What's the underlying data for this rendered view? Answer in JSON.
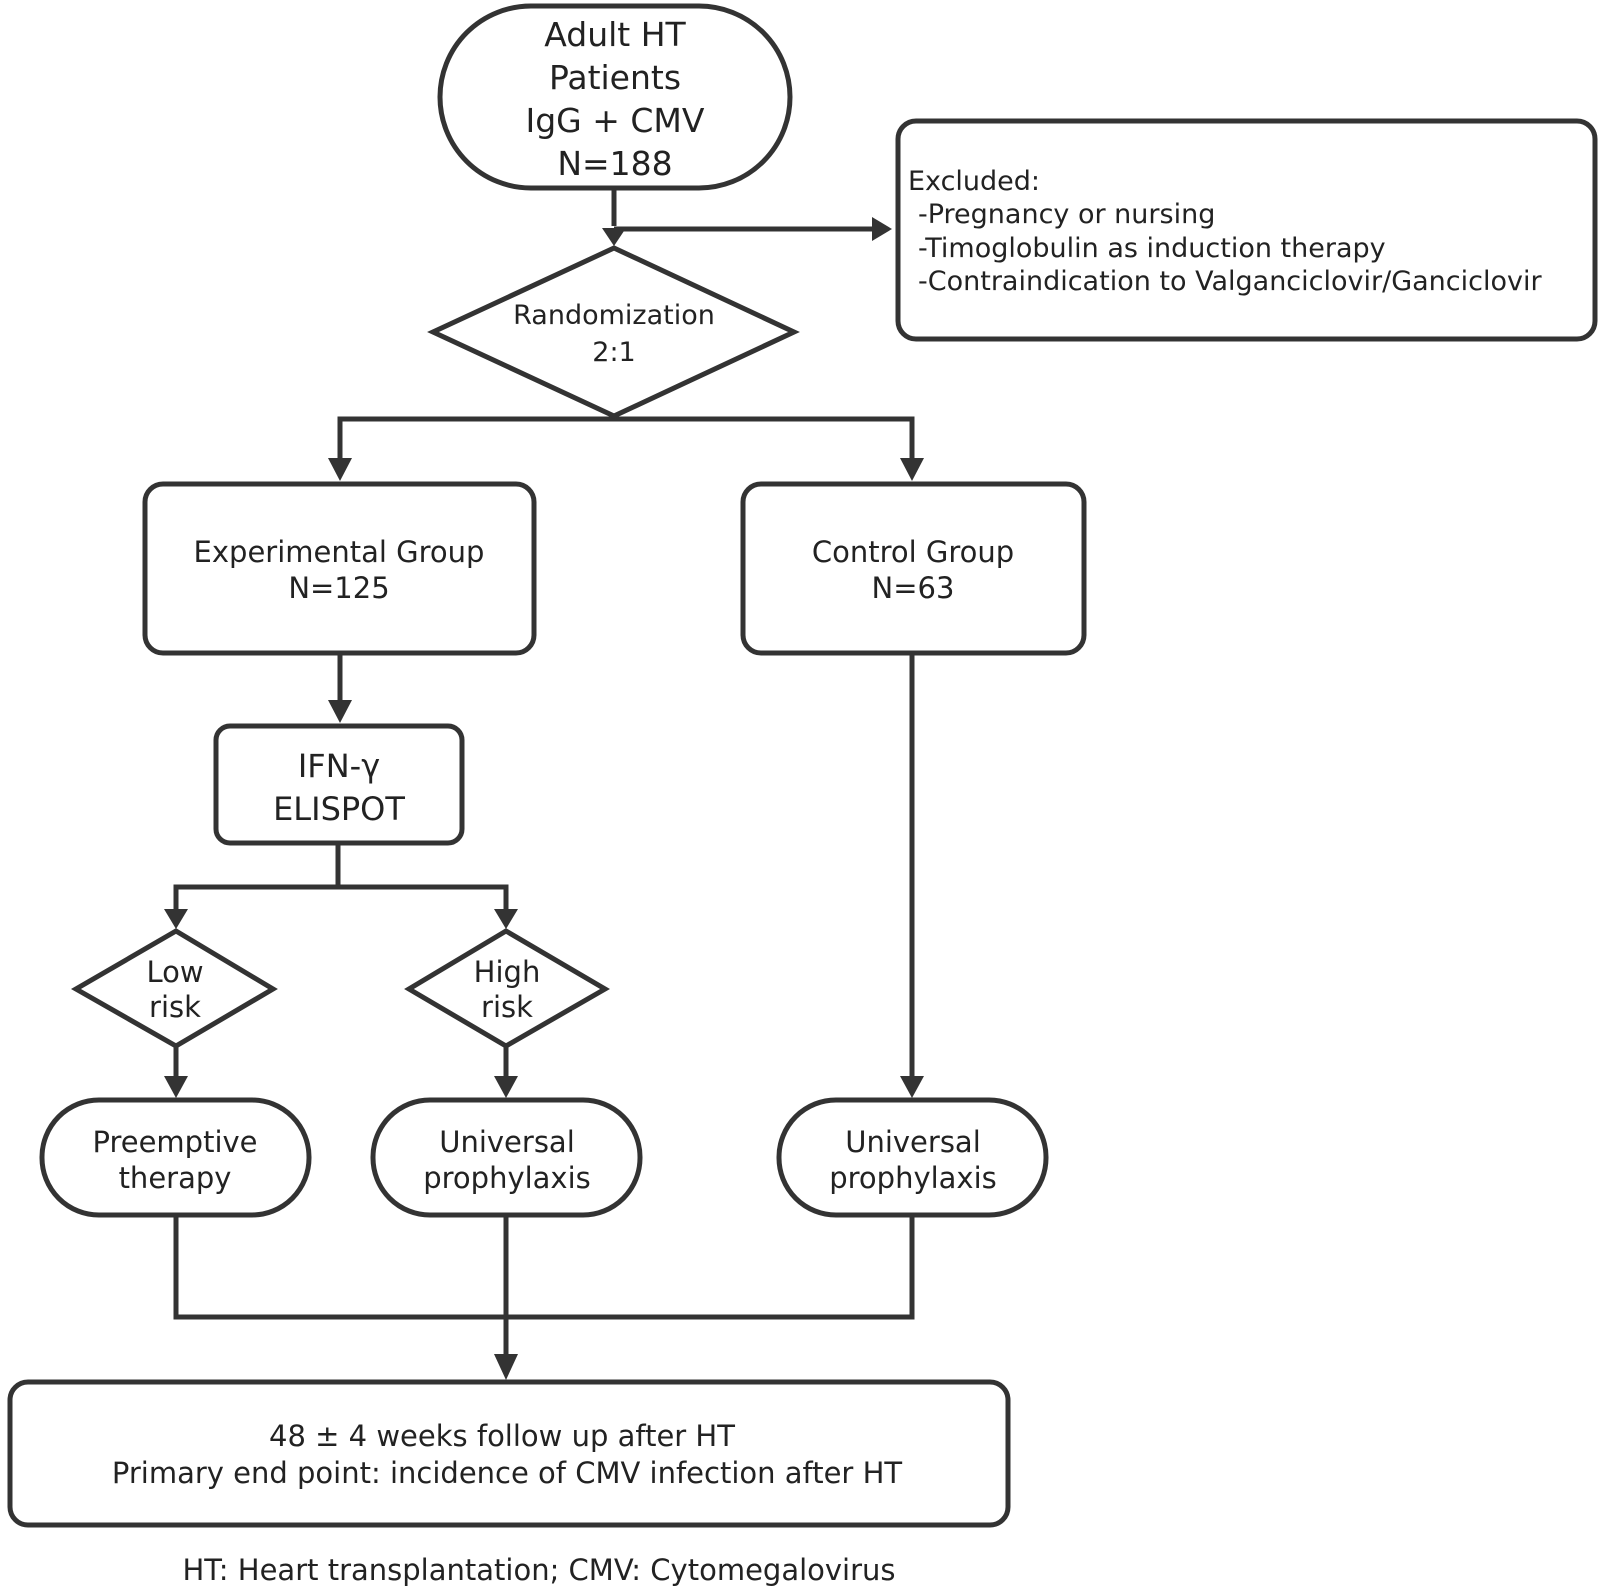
{
  "start": {
    "lines": [
      "Adult HT",
      "Patients",
      "IgG + CMV",
      "N=188"
    ]
  },
  "excluded": {
    "title": "Excluded:",
    "items": [
      "-Pregnancy or nursing",
      "-Timoglobulin as induction therapy",
      "-Contraindication to Valganciclovir/Ganciclovir"
    ]
  },
  "randomization": {
    "lines": [
      "Randomization",
      "2:1"
    ]
  },
  "experimental_group": {
    "lines": [
      "Experimental Group",
      "N=125"
    ]
  },
  "control_group": {
    "lines": [
      "Control Group",
      "N=63"
    ]
  },
  "elispot": {
    "lines": [
      "IFN-γ",
      "ELISPOT"
    ]
  },
  "low_risk": {
    "lines": [
      "Low",
      "risk"
    ]
  },
  "high_risk": {
    "lines": [
      "High",
      "risk"
    ]
  },
  "preemptive": {
    "lines": [
      "Preemptive",
      "therapy"
    ]
  },
  "universal_exp": {
    "lines": [
      "Universal",
      "prophylaxis"
    ]
  },
  "universal_ctrl": {
    "lines": [
      "Universal",
      "prophylaxis"
    ]
  },
  "followup": {
    "lines": [
      "48 ± 4 weeks follow up after HT",
      "Primary end point: incidence of CMV infection after HT"
    ]
  },
  "footnote": "HT: Heart transplantation; CMV: Cytomegalovirus",
  "colors": {
    "stroke": "#333333",
    "text": "#222222",
    "background": "#ffffff"
  }
}
